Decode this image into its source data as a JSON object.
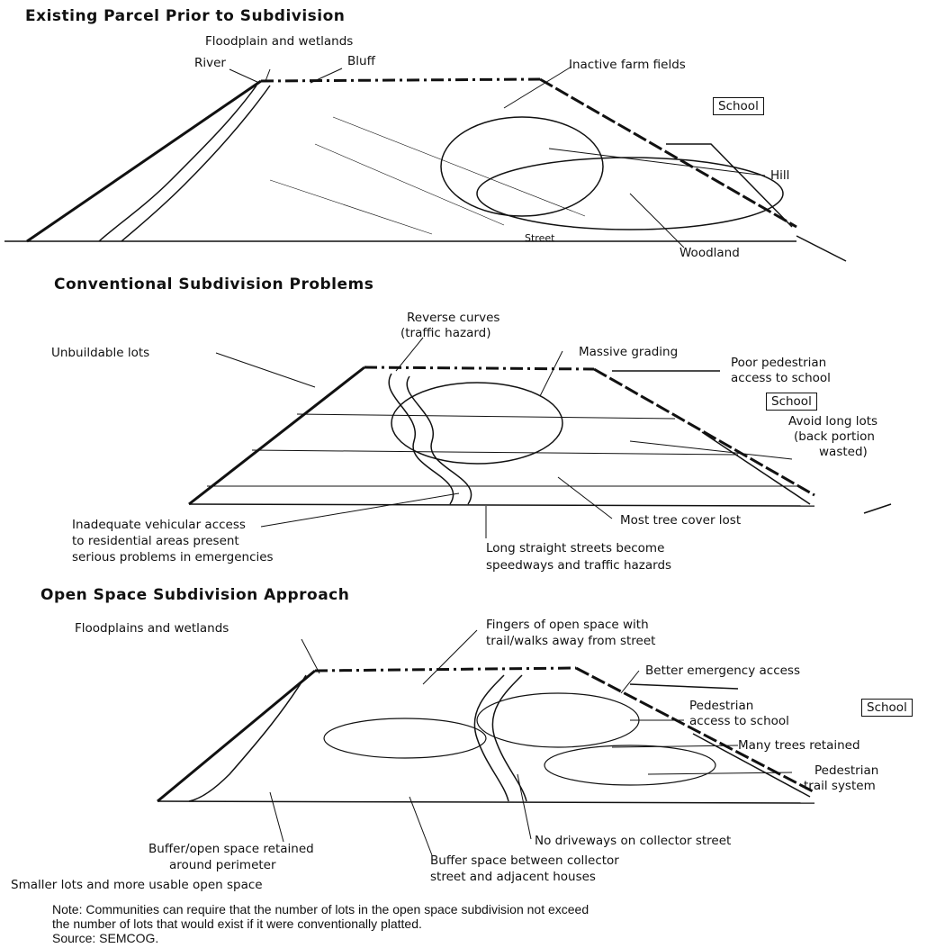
{
  "panel1": {
    "title": "Existing Parcel Prior to Subdivision",
    "labels": {
      "floodplain": "Floodplain and wetlands",
      "river": "River",
      "bluff": "Bluff",
      "farm_fields": "Inactive farm fields",
      "school": "School",
      "hill": "Hill",
      "street": "Street",
      "woodland": "Woodland"
    }
  },
  "panel2": {
    "title": "Conventional Subdivision Problems",
    "labels": {
      "reverse_curves_1": "Reverse curves",
      "reverse_curves_2": "(traffic hazard)",
      "unbuildable": "Unbuildable lots",
      "grading": "Massive grading",
      "pedestrian_1": "Poor pedestrian",
      "pedestrian_2": "access to school",
      "school": "School",
      "long_lots_1": "Avoid long lots",
      "long_lots_2": "(back portion",
      "long_lots_3": "wasted)",
      "access_1": "Inadequate vehicular access",
      "access_2": "to residential areas present",
      "access_3": "serious problems in emergencies",
      "tree_cover": "Most tree cover lost",
      "streets_1": "Long straight streets become",
      "streets_2": "speedways and traffic hazards"
    }
  },
  "panel3": {
    "title": "Open Space Subdivision Approach",
    "labels": {
      "floodplains": "Floodplains and wetlands",
      "fingers_1": "Fingers of open space with",
      "fingers_2": "trail/walks away from street",
      "emergency": "Better emergency access",
      "school": "School",
      "ped_access_1": "Pedestrian",
      "ped_access_2": "access to school",
      "trees": "Many trees retained",
      "trail_1": "Pedestrian",
      "trail_2": "trail system",
      "buffer_1": "Buffer/open space retained",
      "buffer_2": "around perimeter",
      "driveways": "No driveways on collector street",
      "buffer_space_1": "Buffer space between collector",
      "buffer_space_2": "street and adjacent houses",
      "smaller_lots": "Smaller lots and more usable open space"
    }
  },
  "footer": {
    "note_1": "Note:  Communities can require that the number of lots in the open space subdivision not exceed",
    "note_2": "the number of lots that would exist if it were conventionally platted.",
    "source": "Source:  SEMCOG."
  }
}
